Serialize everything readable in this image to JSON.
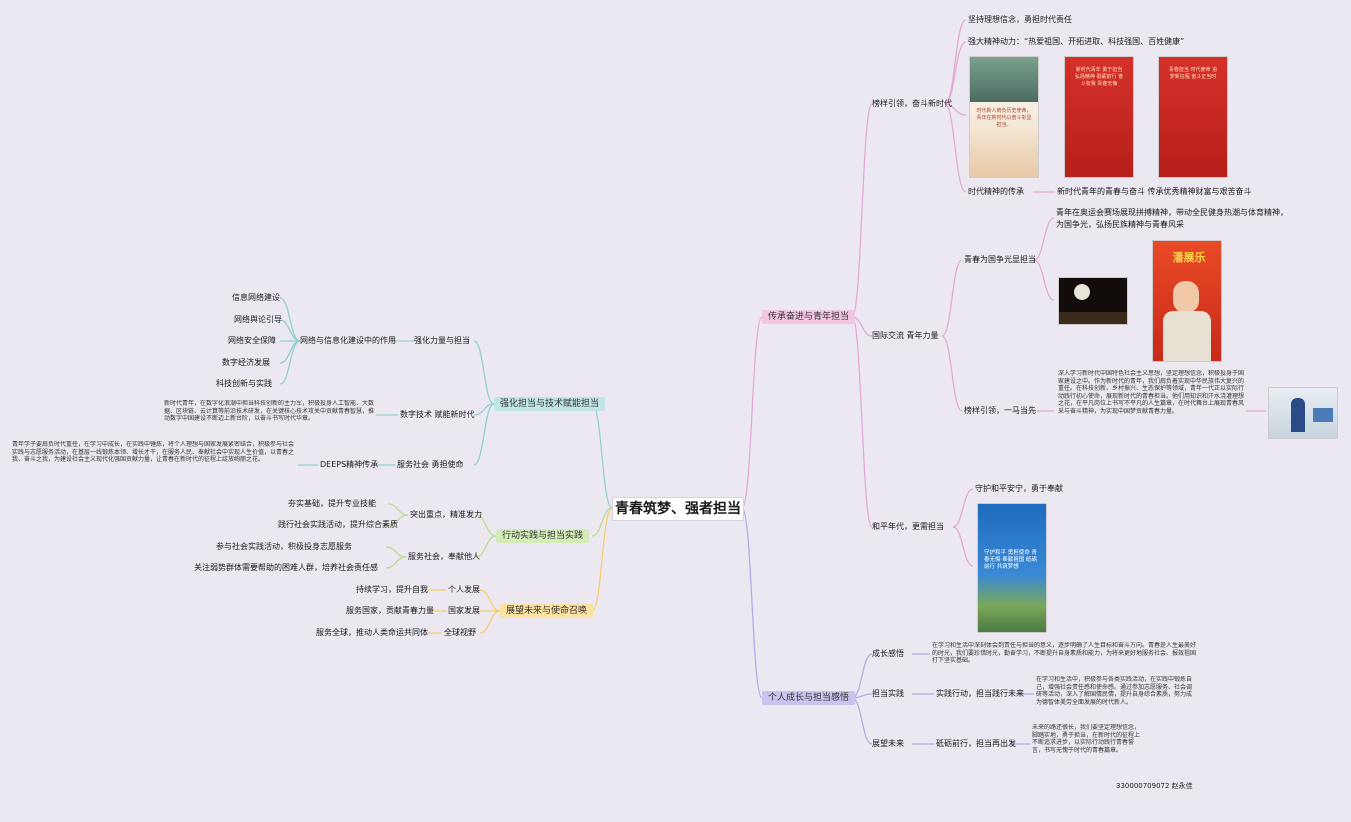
{
  "root": "青春筑梦、强者担当",
  "branches": {
    "inherit": {
      "label": "传承奋进与青年担当",
      "c1": {
        "label": "榜样引领，奋斗新时代",
        "lines": [
          "坚持理想信念，勇担时代责任",
          "强大精神动力：“热爱祖国、开拓进取、科技强国、百姓健康”"
        ],
        "spirit_label": "时代精神的传承",
        "spirit_text": "新时代青年的青春与奋斗 传承优秀精神财富与艰苦奋斗"
      },
      "c2": {
        "label": "国际交流 青年力量",
        "sports_label": "青春为国争光显担当",
        "sports_text": [
          "青年在奥运会赛场展现拼搏精神，带动全民健身热潮与体育精神，",
          "为国争光，弘扬民族精神与青春风采"
        ],
        "athlete_caption": "潘展乐",
        "mentor_label": "榜样引领，一马当先",
        "mentor_text": "深入学习新时代中国特色社会主义思想，坚定理想信念，积极投身于国家建设之中。作为新时代的青年，我们肩负着实现中华民族伟大复兴的重任。在科技创新、乡村振兴、生态保护等领域，青年一代正以实际行动践行初心使命，展现新时代的青春担当。他们用知识和汗水浇灌理想之花，在平凡岗位上书写不平凡的人生篇章，在时代舞台上展现青春风采与奋斗精神，为实现中国梦贡献青春力量。"
      },
      "c3": {
        "label": "和平年代，更需担当",
        "line": "守护和平安宁，勇于奉献"
      }
    },
    "internet": {
      "label": "强化担当与技术赋能担当",
      "c1": {
        "label": "强化力量与担当",
        "sub": "网络与信息化建设中的作用",
        "leaves": [
          "信息网络建设",
          "网络舆论引导",
          "网络安全保障",
          "数字经济发展",
          "科技创新与实践"
        ]
      },
      "c2": {
        "label": "数字技术 赋能新时代",
        "text": "新时代青年，在数字化浪潮中担当科技创新的主力军，积极投身人工智能、大数据、区块链、云计算等前沿技术研发，在关键核心技术攻关中贡献青春智慧，推动数字中国建设不断迈上新台阶，以奋斗书写时代华章。"
      },
      "c3": {
        "label": "服务社会 勇担使命",
        "sub": "DEEPS精神传承",
        "text": "青年学子要肩负时代重任，在学习中成长，在实践中锤炼，将个人理想与国家发展紧密结合，积极参与社会实践与志愿服务活动，在基层一线锻炼本领、增长才干，在服务人民、奉献社会中实现人生价值，以青春之我、奋斗之我，为建设社会主义现代化强国贡献力量，让青春在新时代的征程上绽放绚丽之花。"
      }
    },
    "action": {
      "label": "行动实践与担当实践",
      "c1": {
        "label": "突出重点，精准发力",
        "leaves": [
          "夯实基础，提升专业技能",
          "践行社会实践活动，提升综合素质"
        ]
      },
      "c2": {
        "label": "服务社会，奉献他人",
        "leaves": [
          "参与社会实践活动，积极投身志愿服务",
          "关注弱势群体需要帮助的困难人群，培养社会责任感"
        ]
      }
    },
    "outlook": {
      "label": "展望未来与使命召唤",
      "items": [
        {
          "label": "个人发展",
          "leaf": "持续学习，提升自我"
        },
        {
          "label": "国家发展",
          "leaf": "服务国家，贡献青春力量"
        },
        {
          "label": "全球视野",
          "leaf": "服务全球，推动人类命运共同体"
        }
      ]
    },
    "growth": {
      "label": "个人成长与担当感悟",
      "c1": {
        "label": "成长感悟",
        "text": "在学习和生活中深刻体会到责任与担当的意义，逐步明确了人生目标和奋斗方向。青春是人生最美好的时光，我们要珍惜时光，勤奋学习，不断提升自身素质和能力，为将来更好地服务社会、报效祖国打下坚实基础。"
      },
      "c2": {
        "label": "担当实践",
        "sub": "实践行动，担当践行未来",
        "text": "在学习和生活中，积极参与各类实践活动，在实践中锻炼自己，增强社会责任感和使命感。通过参加志愿服务、社会调研等活动，深入了解国情民情，提升自身综合素质，努力成为德智体美劳全面发展的时代新人。"
      },
      "c3": {
        "label": "展望未来",
        "sub": "砥砺前行，担当再出发",
        "text": "未来的路还很长，我们要坚定理想信念，脚踏实地，勇于担当，在新时代的征程上不断追求进步，以实际行动践行青春誓言，书写无愧于时代的青春篇章。"
      }
    }
  },
  "footer": "330000709072 赵永佳",
  "posters": {
    "p1": "时代新人肩负历史使命，青年在新时代以奋斗彰显担当。",
    "p2": "新时代青年 勇于担当 弘扬精神 砥砺前行 奋斗有我 青春无悔",
    "p3": "青春担当 时代使命 追梦新征程 奋斗正当时",
    "p4": "守护和平 勇担使命 青春无悔 奉献祖国 砥砺前行 共筑梦想"
  },
  "colors": {
    "pink": "#e4a9d3",
    "teal": "#8fd0cd",
    "green": "#b8dd8f",
    "yellow": "#f7cd6a",
    "purple": "#b3abe6"
  }
}
